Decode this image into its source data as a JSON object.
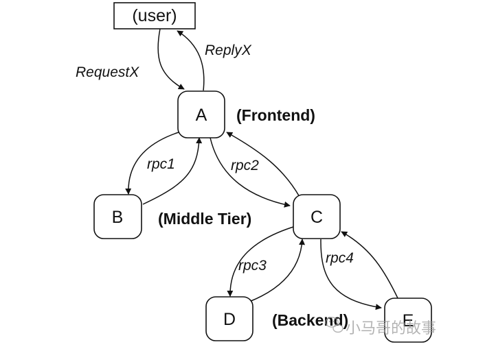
{
  "nodes": {
    "user": "(user)",
    "a": "A",
    "b": "B",
    "c": "C",
    "d": "D",
    "e": "E"
  },
  "edges": {
    "request": "RequestX",
    "reply": "ReplyX",
    "rpc1": "rpc1",
    "rpc2": "rpc2",
    "rpc3": "rpc3",
    "rpc4": "rpc4"
  },
  "tiers": {
    "frontend": "(Frontend)",
    "middle": "(Middle Tier)",
    "backend": "(Backend)"
  },
  "watermark": {
    "text": "小马哥的故事",
    "icon": "wechat-icon"
  },
  "colors": {
    "line": "#111111",
    "watermark": "#9a9a9a"
  }
}
